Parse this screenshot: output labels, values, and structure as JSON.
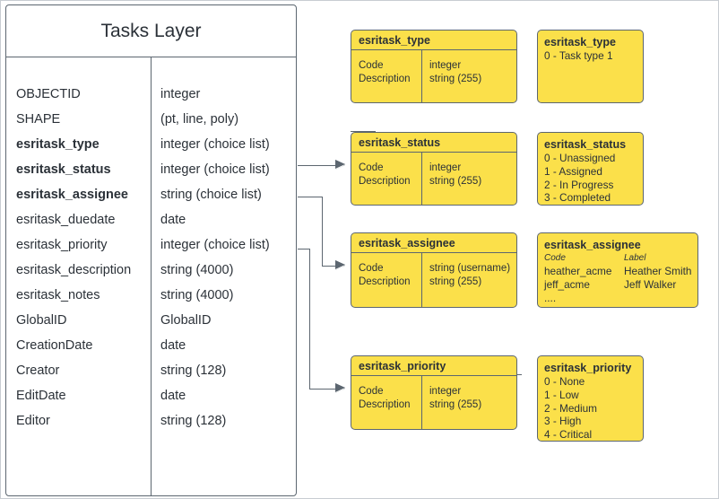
{
  "diagram": {
    "title": "Tasks Layer",
    "layer_table": {
      "fields": [
        {
          "name": "OBJECTID",
          "type": "integer",
          "bold": false
        },
        {
          "name": "SHAPE",
          "type": "(pt, line, poly)",
          "bold": false
        },
        {
          "name": "esritask_type",
          "type": "integer (choice list)",
          "bold": true
        },
        {
          "name": "esritask_status",
          "type": "integer (choice list)",
          "bold": true
        },
        {
          "name": "esritask_assignee",
          "type": "string (choice list)",
          "bold": true
        },
        {
          "name": "esritask_duedate",
          "type": "date",
          "bold": false
        },
        {
          "name": "esritask_priority",
          "type": "integer (choice list)",
          "bold": false
        },
        {
          "name": "esritask_description",
          "type": "string (4000)",
          "bold": false
        },
        {
          "name": "esritask_notes",
          "type": "string (4000)",
          "bold": false
        },
        {
          "name": "GlobalID",
          "type": "GlobalID",
          "bold": false
        },
        {
          "name": "CreationDate",
          "type": "date",
          "bold": false
        },
        {
          "name": "Creator",
          "type": "string (128)",
          "bold": false
        },
        {
          "name": "EditDate",
          "type": "date",
          "bold": false
        },
        {
          "name": "Editor",
          "type": "string (128)",
          "bold": false
        }
      ]
    },
    "schema_boxes": [
      {
        "title": "esritask_type",
        "left_rows": [
          "Code",
          "Description"
        ],
        "right_rows": [
          "integer",
          "string (255)"
        ]
      },
      {
        "title": "esritask_status",
        "left_rows": [
          "Code",
          "Description"
        ],
        "right_rows": [
          "integer",
          "string (255)"
        ]
      },
      {
        "title": "esritask_assignee",
        "left_rows": [
          "Code",
          "Description"
        ],
        "right_rows": [
          "string  (username)",
          "string (255)"
        ]
      },
      {
        "title": "esritask_priority",
        "left_rows": [
          "Code",
          "Description"
        ],
        "right_rows": [
          "integer",
          "string (255)"
        ]
      }
    ],
    "value_boxes": [
      {
        "title": "esritask_type",
        "lines": [
          "0 - Task type 1"
        ]
      },
      {
        "title": "esritask_status",
        "lines": [
          "0 - Unassigned",
          "1 - Assigned",
          "2 - In Progress",
          "3 - Completed"
        ]
      },
      {
        "title": "esritask_assignee",
        "head_code": "Code",
        "head_label": "Label",
        "rows": [
          {
            "code": "heather_acme",
            "label": "Heather Smith"
          },
          {
            "code": "jeff_acme",
            "label": "Jeff Walker"
          }
        ],
        "ellipsis": "...."
      },
      {
        "title": "esritask_priority",
        "lines": [
          "0 - None",
          "1 - Low",
          "2 - Medium",
          "3 - High",
          "4 - Critical"
        ]
      }
    ],
    "colors": {
      "box_fill": "#fbe04a",
      "stroke": "#5c6670",
      "text": "#2b3138",
      "frame": "#c8cdd2"
    }
  }
}
